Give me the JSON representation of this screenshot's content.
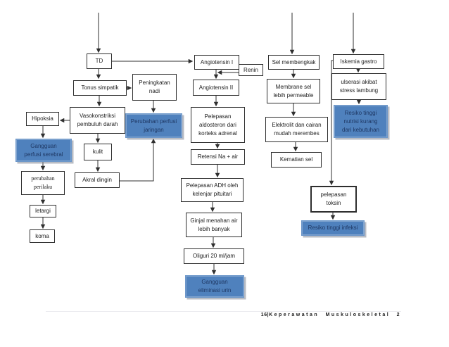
{
  "footer": {
    "page_number": "16",
    "separator": "|",
    "title": "Keperawatan Muskuloskeletal 2"
  },
  "colors": {
    "node_blue": "#4f81bd",
    "node_blue_text": "#1f3864",
    "line": "#2f2f2f"
  },
  "nodes": {
    "td": {
      "label": "TD"
    },
    "tonus_simpatik": {
      "label": "Tonus simpatik"
    },
    "peningkatan_nadi": {
      "label": "Peningkatan\nnadi"
    },
    "vasokonstriksi": {
      "label": "Vasokonstriksi\npembuluh darah"
    },
    "hipoksia": {
      "label": "Hipoksia"
    },
    "perubahan_perfusi": {
      "label": "Perubahan perfusi\njaringan"
    },
    "gangguan_serebral": {
      "label": "Gangguan\nperfusi serebral"
    },
    "kulit": {
      "label": "kulit"
    },
    "perubahan_perilaku": {
      "label": "perubahan\nperilaku"
    },
    "akral_dingin": {
      "label": "Akral dingin"
    },
    "letargi": {
      "label": "letargi"
    },
    "koma": {
      "label": "koma"
    },
    "angiotensin1": {
      "label": "Angiotensin I"
    },
    "renin": {
      "label": "Renin"
    },
    "angiotensin2": {
      "label": "Angiotensin II"
    },
    "aldosteron": {
      "label": "Pelepasan\naldosteron dari\nkorteks adrenal"
    },
    "retensi": {
      "label": "Retensi Na + air"
    },
    "adh": {
      "label": "Pelepasan ADH oleh\nkelenjar pituitari"
    },
    "ginjal": {
      "label": "Ginjal menahan air\nlebih banyak"
    },
    "oliguri": {
      "label": "Oliguri 20 ml/jam"
    },
    "eliminasi": {
      "label": "Gangguan\neliminasi urin"
    },
    "sel_membengkak": {
      "label": "Sel membengkak"
    },
    "membrane": {
      "label": "Membrane sel\nlebih permeable"
    },
    "elektrolit": {
      "label": "Elektrolit dan cairan\nmudah merembes"
    },
    "kematian": {
      "label": "Kematian sel"
    },
    "toksin": {
      "label": "pelepasan\ntoksin"
    },
    "resiko_infeksi": {
      "label": "Resiko tinggi infeksi"
    },
    "iskemia": {
      "label": "Iskemia gastro"
    },
    "ulserasi": {
      "label": "ulserasi akibat\nstress lambung"
    },
    "resiko_nutrisi": {
      "label": "Resiko tinggi\nnutrisi kurang\ndari kebutuhan"
    }
  }
}
